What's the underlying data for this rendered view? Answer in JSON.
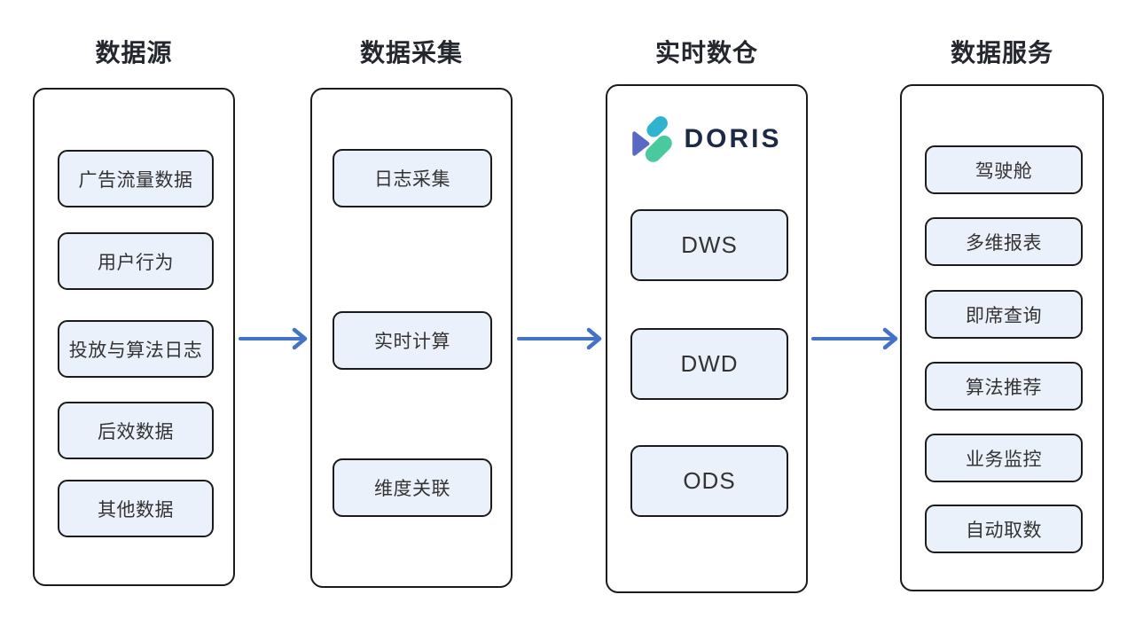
{
  "diagram": {
    "columns": [
      {
        "id": "data-source",
        "title": "数据源",
        "items": [
          "广告流量数据",
          "用户行为",
          "投放与算法日志",
          "后效数据",
          "其他数据"
        ]
      },
      {
        "id": "data-collection",
        "title": "数据采集",
        "items": [
          "日志采集",
          "实时计算",
          "维度关联"
        ]
      },
      {
        "id": "realtime-warehouse",
        "title": "实时数仓",
        "logo": "DORIS",
        "items": [
          "DWS",
          "DWD",
          "ODS"
        ]
      },
      {
        "id": "data-service",
        "title": "数据服务",
        "items": [
          "驾驶舱",
          "多维报表",
          "即席查询",
          "算法推荐",
          "业务监控",
          "自动取数"
        ]
      }
    ],
    "arrows": [
      {
        "from": "data-source",
        "to": "data-collection"
      },
      {
        "from": "data-collection",
        "to": "realtime-warehouse"
      },
      {
        "from": "realtime-warehouse",
        "to": "data-service"
      }
    ]
  },
  "colors": {
    "arrow": "#4472C4",
    "box_fill": "#EBF1FA",
    "box_border": "#1B1B1B",
    "container_border": "#1B1B1B",
    "title_text": "#24272E",
    "box_text": "#333333",
    "doris_text": "#1D2A47",
    "logo_cyan": "#2FB3CE",
    "logo_green": "#49C99D",
    "logo_indigo": "#5868C3"
  }
}
